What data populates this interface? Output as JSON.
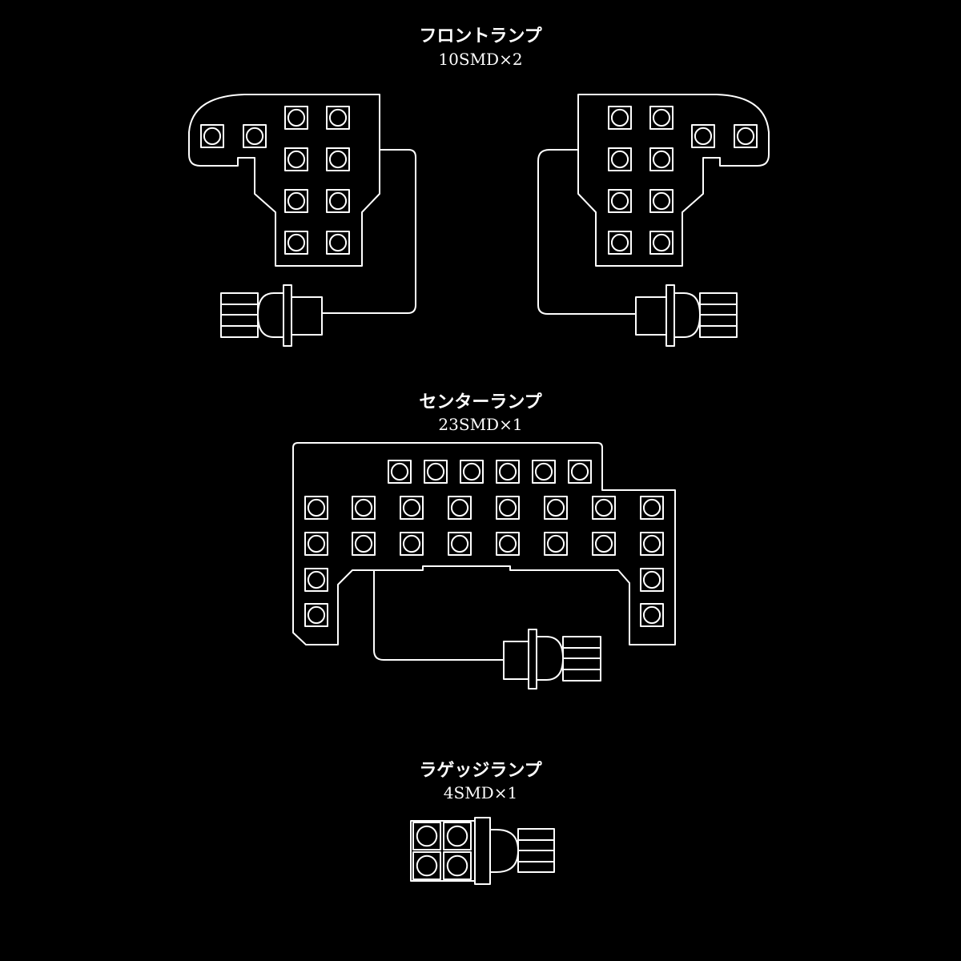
{
  "colors": {
    "background": "#000000",
    "line": "#ffffff"
  },
  "front_lamp": {
    "name": "フロントランプ",
    "spec": "10SMD×2",
    "smd_per_unit": 10
  },
  "center_lamp": {
    "name": "センターランプ",
    "spec": "23SMD×1",
    "smd_per_unit": 23
  },
  "luggage_lamp": {
    "name": "ラゲッジランプ",
    "spec": "4SMD×1",
    "smd_per_unit": 4
  }
}
